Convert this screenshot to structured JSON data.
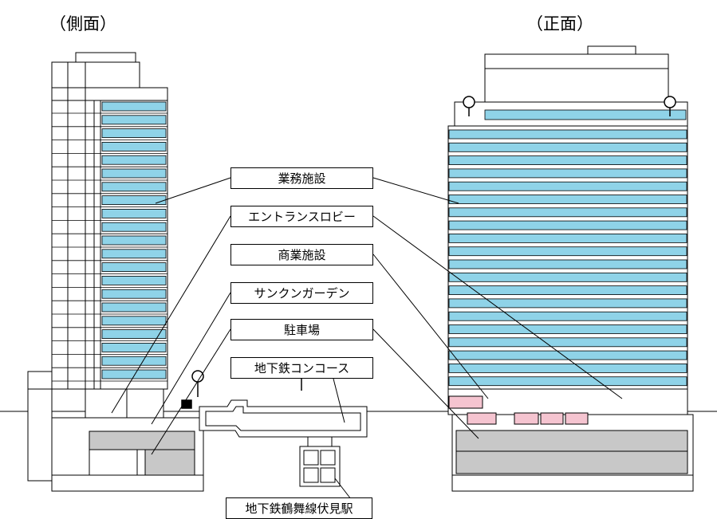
{
  "headings": {
    "side": "（側面）",
    "front": "（正面）"
  },
  "labels": {
    "office": "業務施設",
    "entrance_lobby": "エントランスロビー",
    "commercial": "商業施設",
    "sunken_garden": "サンクンガーデン",
    "parking": "駐車場",
    "subway_concourse": "地下鉄コンコース",
    "station": "地下鉄鶴舞線伏見駅"
  },
  "colors": {
    "office": "#8fd3e8",
    "commercial": "#f5c4d0",
    "parking": "#c8c8c8",
    "line": "#000000"
  }
}
